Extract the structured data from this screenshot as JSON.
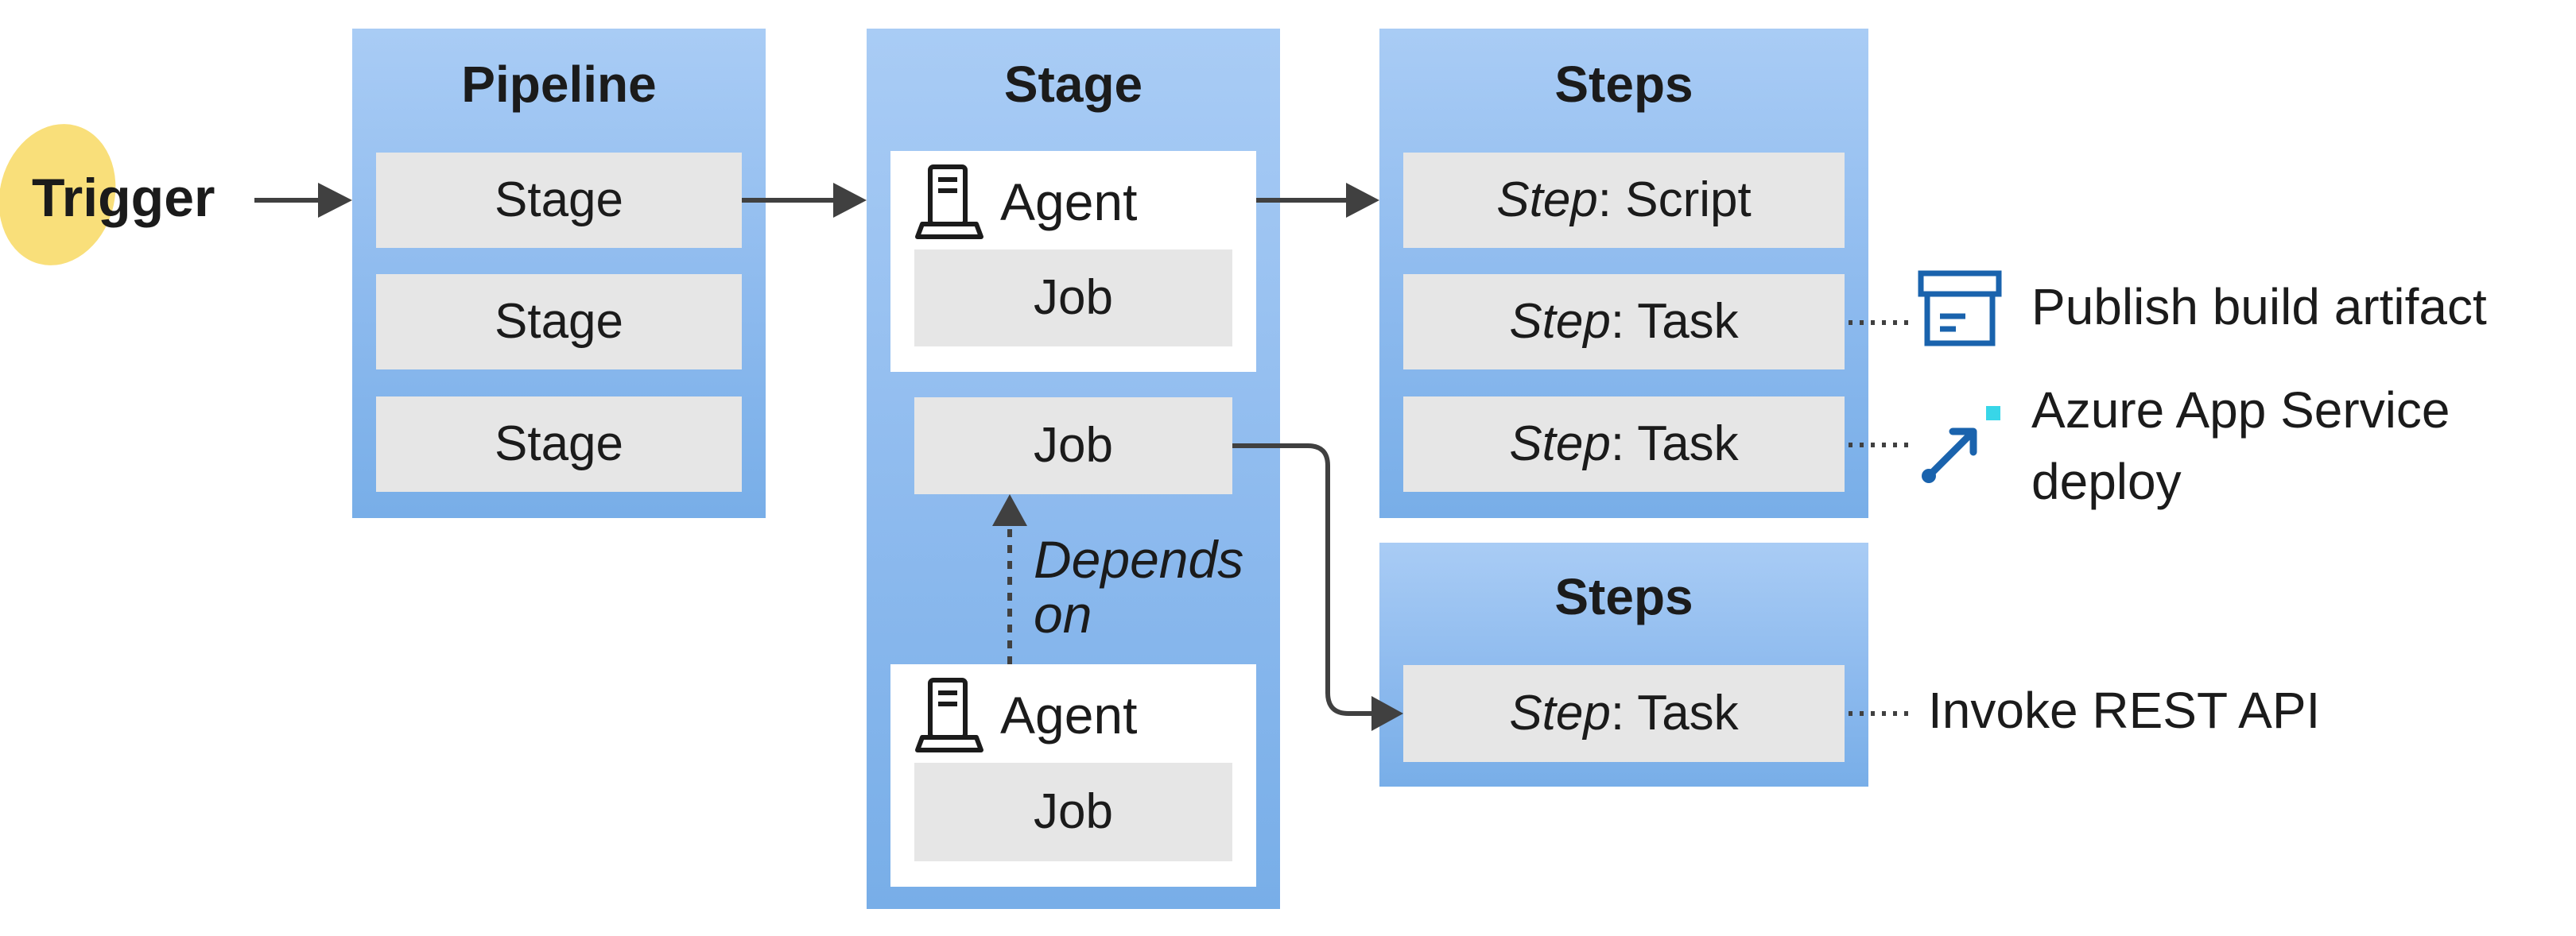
{
  "trigger": {
    "label": "Trigger"
  },
  "pipeline": {
    "title": "Pipeline",
    "stages": [
      "Stage",
      "Stage",
      "Stage"
    ]
  },
  "stage": {
    "title": "Stage",
    "agent_label": "Agent",
    "job_label": "Job",
    "depends_on": "Depends on"
  },
  "steps_main": {
    "title": "Steps",
    "items": [
      {
        "prefix": "Step",
        "suffix": ": Script"
      },
      {
        "prefix": "Step",
        "suffix": ": Task"
      },
      {
        "prefix": "Step",
        "suffix": ": Task"
      }
    ]
  },
  "steps_secondary": {
    "title": "Steps",
    "items": [
      {
        "prefix": "Step",
        "suffix": ": Task"
      }
    ]
  },
  "annotations": {
    "publish": "Publish build artifact",
    "azure_line1": "Azure App Service",
    "azure_line2": "deploy",
    "rest": "Invoke REST API"
  },
  "colors": {
    "panel_top": "#a9ccf5",
    "panel_bottom": "#78aee8",
    "cell": "#e6e6e6",
    "trigger_blob": "#f9df7a",
    "arrow": "#404040",
    "icon_blue": "#1a63ad",
    "icon_cyan": "#38d6e8"
  },
  "icons": [
    "server-agent-icon",
    "archive-box-icon",
    "deploy-arrow-icon"
  ]
}
